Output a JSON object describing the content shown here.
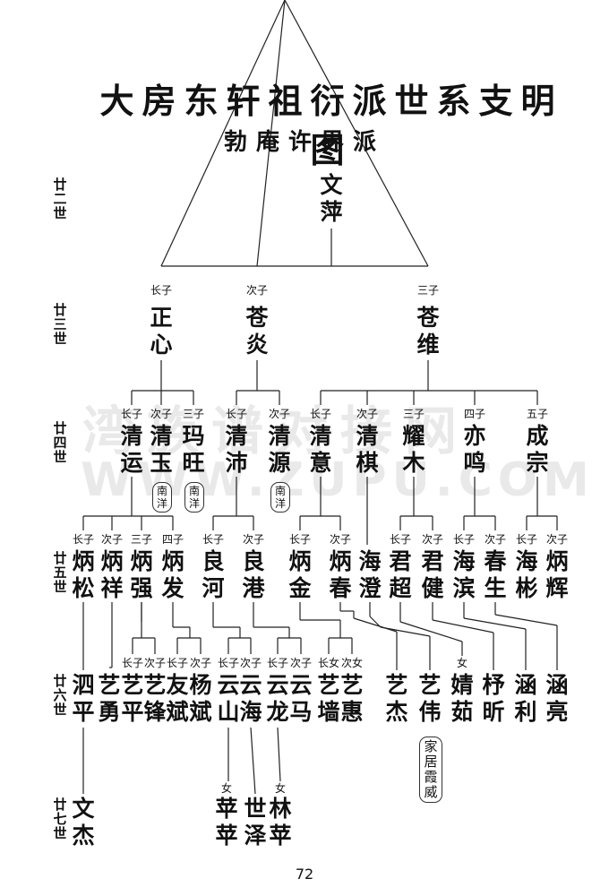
{
  "title": "大房东轩祖衍派世系支明图",
  "subtitle": "勃庵许界派",
  "page_number": "72",
  "watermark": {
    "line1": "湾族谱对接网",
    "line2": "WWW.ZUPU.COM"
  },
  "generations": {
    "g22": "廿二世",
    "g23": "廿三世",
    "g24": "廿四世",
    "g25": "廿五世",
    "g26": "廿六世",
    "g27": "廿七世"
  },
  "g22": [
    {
      "name": "文萍"
    }
  ],
  "g23": [
    {
      "rel": "长子",
      "name": "正心"
    },
    {
      "rel": "次子",
      "name": "苍炎"
    },
    {
      "rel": "三子",
      "name": "苍维"
    }
  ],
  "g24": [
    {
      "rel": "长子",
      "name": "清运"
    },
    {
      "rel": "次子",
      "name": "清玉",
      "note": "南洋"
    },
    {
      "rel": "三子",
      "name": "玛旺",
      "note": "南洋"
    },
    {
      "rel": "长子",
      "name": "清沛"
    },
    {
      "rel": "次子",
      "name": "清源",
      "note": "南洋"
    },
    {
      "rel": "长子",
      "name": "清意"
    },
    {
      "rel": "次子",
      "name": "清棋"
    },
    {
      "rel": "三子",
      "name": "耀木"
    },
    {
      "rel": "四子",
      "name": "亦鸣"
    },
    {
      "rel": "五子",
      "name": "成宗"
    }
  ],
  "g25": [
    {
      "rel": "长子",
      "name": "炳松"
    },
    {
      "rel": "次子",
      "name": "炳祥"
    },
    {
      "rel": "三子",
      "name": "炳强"
    },
    {
      "rel": "四子",
      "name": "炳发"
    },
    {
      "rel": "长子",
      "name": "良河"
    },
    {
      "rel": "次子",
      "name": "良港"
    },
    {
      "rel": "长子",
      "name": "炳金"
    },
    {
      "rel": "次子",
      "name": "炳春"
    },
    {
      "rel": "",
      "name": "海澄"
    },
    {
      "rel": "长子",
      "name": "君超"
    },
    {
      "rel": "次子",
      "name": "君健"
    },
    {
      "rel": "长子",
      "name": "海滨"
    },
    {
      "rel": "次子",
      "name": "春生"
    },
    {
      "rel": "长子",
      "name": "海彬"
    },
    {
      "rel": "次子",
      "name": "炳辉"
    }
  ],
  "g26": [
    {
      "rel": "",
      "name": "泗平"
    },
    {
      "rel": "",
      "name": "艺勇"
    },
    {
      "rel": "长子",
      "name": "艺平"
    },
    {
      "rel": "次子",
      "name": "艺锋"
    },
    {
      "rel": "长子",
      "name": "友斌"
    },
    {
      "rel": "次子",
      "name": "杨斌"
    },
    {
      "rel": "长子",
      "name": "云山"
    },
    {
      "rel": "次子",
      "name": "云海"
    },
    {
      "rel": "长子",
      "name": "云龙"
    },
    {
      "rel": "次子",
      "name": "云马"
    },
    {
      "rel": "长女",
      "name": "艺墙"
    },
    {
      "rel": "次女",
      "name": "艺惠"
    },
    {
      "rel": "",
      "name": "艺杰"
    },
    {
      "rel": "",
      "name": "艺伟",
      "note": "家居霞威"
    },
    {
      "rel": "女",
      "name": "婧茹"
    },
    {
      "rel": "",
      "name": "杼昕"
    },
    {
      "rel": "",
      "name": "涵利"
    },
    {
      "rel": "",
      "name": "涵亮"
    }
  ],
  "g27": [
    {
      "rel": "",
      "name": "文杰"
    },
    {
      "rel": "女",
      "name": "苹苹"
    },
    {
      "rel": "",
      "name": "世泽"
    },
    {
      "rel": "女",
      "name": "林苹"
    }
  ]
}
